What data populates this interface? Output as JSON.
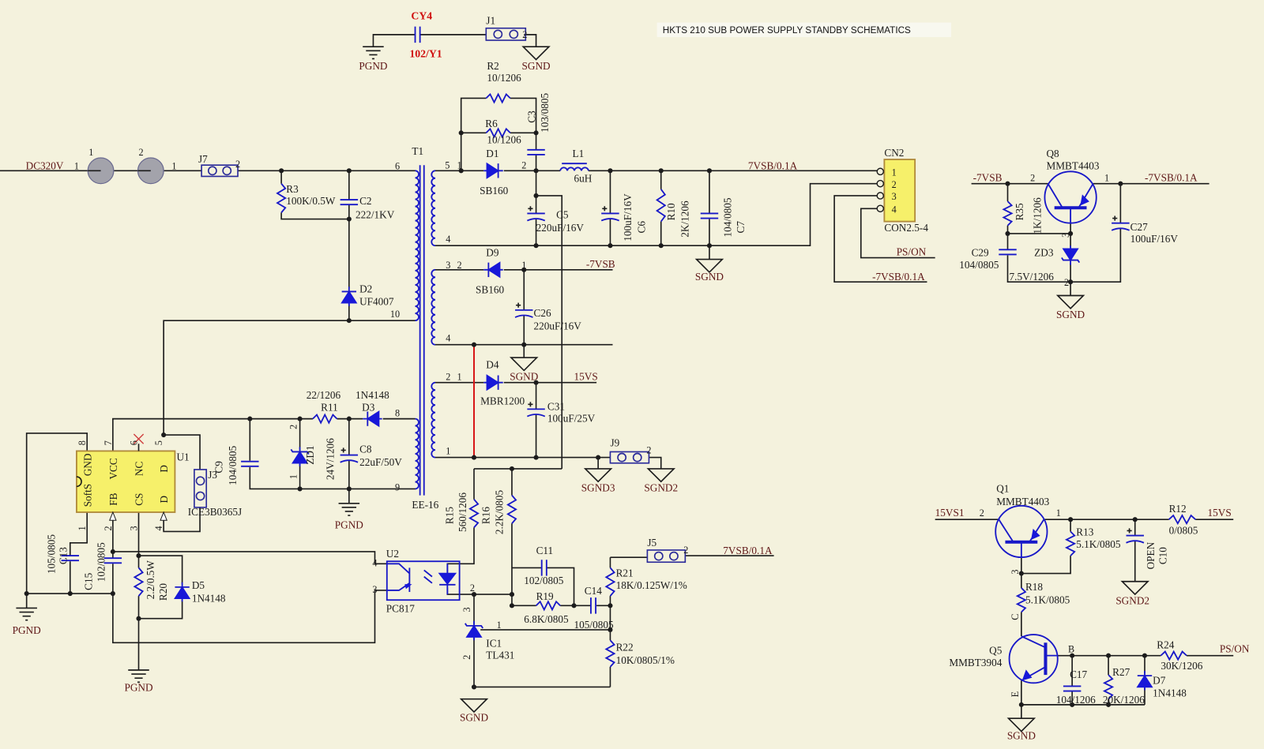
{
  "title": "HKTS 210 SUB POWER SUPPLY STANDBY SCHEMATICS",
  "colors": {
    "background": "#f4f2dd",
    "wire": "#1c1c1c",
    "component": "#1818c8",
    "net_label": "#5e1616",
    "ic_fill": "#f6f06a",
    "highlight_wire": "#d81818",
    "cy4_label": "#d01010",
    "fuse": "#a3a3ab"
  },
  "nets": {
    "dc320v": "DC320V",
    "v7vsb": "7VSB/0.1A",
    "neg7vsb": "-7VSB",
    "neg7vsb_a": "-7VSB/0.1A",
    "v15vs": "15VS",
    "v15vs1": "15VS1",
    "ps_on": "PS/ON"
  },
  "grounds": {
    "pgnd": "PGND",
    "sgnd": "SGND",
    "sgnd2": "SGND2",
    "sgnd3": "SGND3"
  },
  "pin_labels": {
    "p1": "1",
    "p2": "2",
    "p3": "3",
    "p4": "4",
    "p5": "5",
    "p6": "6",
    "p7": "7",
    "p8": "8",
    "p9": "9",
    "p10": "10",
    "C": "C",
    "B": "B",
    "E": "E"
  },
  "components": {
    "CY4": {
      "ref": "CY4",
      "value": "102/Y1"
    },
    "J1": {
      "ref": "J1"
    },
    "J7": {
      "ref": "J7"
    },
    "J3": {
      "ref": "J3"
    },
    "J9": {
      "ref": "J9"
    },
    "J5": {
      "ref": "J5"
    },
    "R2": {
      "ref": "R2",
      "value": "10/1206"
    },
    "R6": {
      "ref": "R6",
      "value": "10/1206"
    },
    "C3": {
      "ref": "C3",
      "value": "103/0805"
    },
    "D1": {
      "ref": "D1",
      "value": "SB160"
    },
    "L1": {
      "ref": "L1",
      "value": "6uH"
    },
    "C5": {
      "ref": "C5",
      "value": "220uF/16V"
    },
    "C6": {
      "ref": "C6",
      "value": "100uF/16V"
    },
    "R10": {
      "ref": "R10",
      "value": "2K/1206"
    },
    "C7": {
      "ref": "C7",
      "value": "104/0805"
    },
    "CN2": {
      "ref": "CN2",
      "value": "CON2.5-4"
    },
    "T1": {
      "ref": "T1",
      "value": "EE-16"
    },
    "R3": {
      "ref": "R3",
      "value": "100K/0.5W"
    },
    "C2": {
      "ref": "C2",
      "value": "222/1KV"
    },
    "D2": {
      "ref": "D2",
      "value": "UF4007"
    },
    "D9": {
      "ref": "D9",
      "value": "SB160"
    },
    "C26": {
      "ref": "C26",
      "value": "220uF/16V"
    },
    "D4": {
      "ref": "D4",
      "value": "MBR1200"
    },
    "C31": {
      "ref": "C31",
      "value": "100uF/25V"
    },
    "R11": {
      "ref": "R11",
      "value": "22/1206"
    },
    "D3": {
      "ref": "D3",
      "value": "1N4148"
    },
    "ZD1": {
      "ref": "ZD1",
      "value": "24V/1206"
    },
    "C8": {
      "ref": "C8",
      "value": "22uF/50V"
    },
    "C9": {
      "ref": "C9",
      "value": "104/0805"
    },
    "U1": {
      "ref": "U1",
      "value": "ICE3B0365J",
      "pin_names": {
        "softs": "SoftS",
        "gnd": "GND",
        "vcc": "VCC",
        "nc": "NC",
        "d_top": "D",
        "fb": "FB",
        "cs": "CS",
        "d_bottom": "D"
      }
    },
    "C13": {
      "ref": "C13",
      "value": "105/0805"
    },
    "C15": {
      "ref": "C15",
      "value": "102/0805"
    },
    "R20": {
      "ref": "R20",
      "value": "2.2/0.5W"
    },
    "D5": {
      "ref": "D5",
      "value": "1N4148"
    },
    "U2": {
      "ref": "U2",
      "value": "PC817"
    },
    "R15": {
      "ref": "R15",
      "value": "560/1206"
    },
    "R16": {
      "ref": "R16",
      "value": "2.2K/0805"
    },
    "C11": {
      "ref": "C11",
      "value": "102/0805"
    },
    "R19": {
      "ref": "R19",
      "value": "6.8K/0805"
    },
    "C14": {
      "ref": "C14",
      "value": "105/0805"
    },
    "R21": {
      "ref": "R21",
      "value": "18K/0.125W/1%"
    },
    "R22": {
      "ref": "R22",
      "value": "10K/0805/1%"
    },
    "IC1": {
      "ref": "IC1",
      "value": "TL431"
    },
    "Q8": {
      "ref": "Q8",
      "value": "MMBT4403"
    },
    "R35": {
      "ref": "R35",
      "value": "1K/1206"
    },
    "C29": {
      "ref": "C29",
      "value": "104/0805"
    },
    "ZD3": {
      "ref": "ZD3",
      "value": "7.5V/1206"
    },
    "C27": {
      "ref": "C27",
      "value": "100uF/16V"
    },
    "Q1": {
      "ref": "Q1",
      "value": "MMBT4403"
    },
    "R13": {
      "ref": "R13",
      "value": "5.1K/0805"
    },
    "C10": {
      "ref": "C10",
      "value": "OPEN"
    },
    "R12": {
      "ref": "R12",
      "value": "0/0805"
    },
    "R18": {
      "ref": "R18",
      "value": "5.1K/0805"
    },
    "Q5": {
      "ref": "Q5",
      "value": "MMBT3904"
    },
    "C17": {
      "ref": "C17",
      "value": "104/1206"
    },
    "R27": {
      "ref": "R27",
      "value": "20K/1206"
    },
    "D7": {
      "ref": "D7",
      "value": "1N4148"
    },
    "R24": {
      "ref": "R24",
      "value": "30K/1206"
    }
  }
}
